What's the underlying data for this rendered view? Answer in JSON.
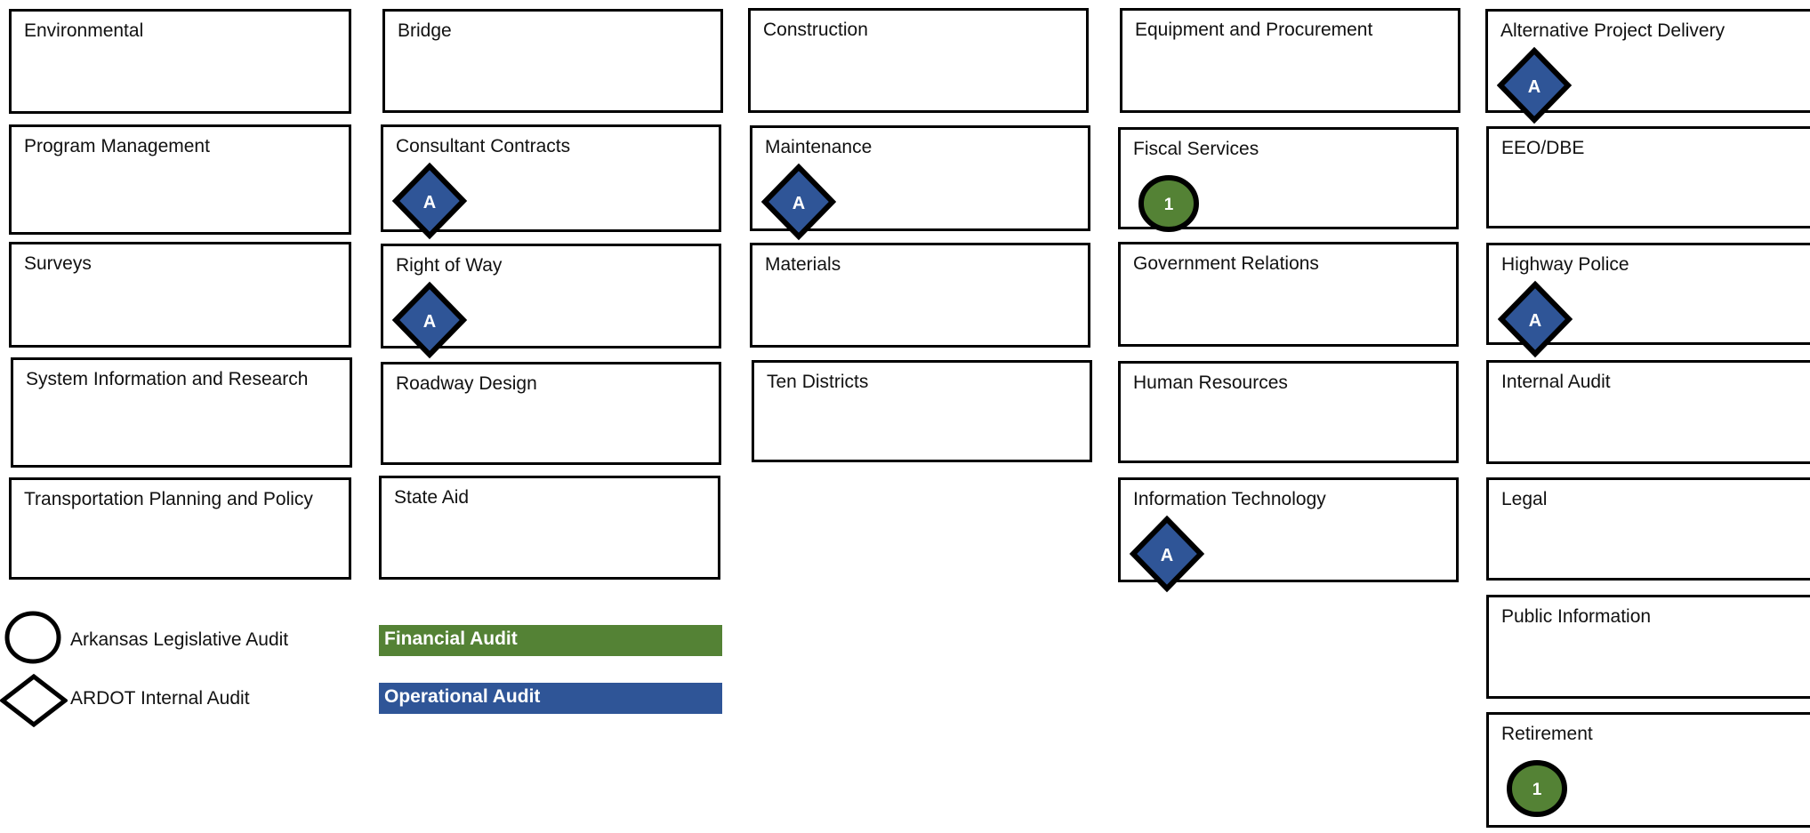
{
  "colors": {
    "financial": "#548235",
    "operational": "#2F5597",
    "border": "#000000"
  },
  "boxes": [
    {
      "label": "Environmental"
    },
    {
      "label": "Program Management"
    },
    {
      "label": "Surveys"
    },
    {
      "label": "System Information and Research"
    },
    {
      "label": "Transportation Planning and Policy"
    },
    {
      "label": "Bridge"
    },
    {
      "label": "Consultant Contracts",
      "audit": {
        "shape": "diamond",
        "text": "A"
      }
    },
    {
      "label": "Right of Way",
      "audit": {
        "shape": "diamond",
        "text": "A"
      }
    },
    {
      "label": "Roadway Design"
    },
    {
      "label": "State Aid"
    },
    {
      "label": "Construction"
    },
    {
      "label": "Maintenance",
      "audit": {
        "shape": "diamond",
        "text": "A"
      }
    },
    {
      "label": "Materials"
    },
    {
      "label": "Ten Districts"
    },
    {
      "label": "Equipment and Procurement"
    },
    {
      "label": "Fiscal Services",
      "audit": {
        "shape": "circle",
        "text": "1"
      }
    },
    {
      "label": "Government Relations"
    },
    {
      "label": "Human Resources"
    },
    {
      "label": "Information Technology",
      "audit": {
        "shape": "diamond",
        "text": "A"
      }
    },
    {
      "label": "Alternative Project Delivery",
      "audit": {
        "shape": "diamond",
        "text": "A"
      }
    },
    {
      "label": "EEO/DBE"
    },
    {
      "label": "Highway Police",
      "audit": {
        "shape": "diamond",
        "text": "A"
      }
    },
    {
      "label": "Internal Audit"
    },
    {
      "label": "Legal"
    },
    {
      "label": "Public Information"
    },
    {
      "label": "Retirement",
      "audit": {
        "shape": "circle",
        "text": "1"
      }
    }
  ],
  "legend": {
    "circle_label": "Arkansas Legislative Audit",
    "diamond_label": "ARDOT Internal Audit",
    "financial_label": "Financial Audit",
    "operational_label": "Operational Audit"
  }
}
